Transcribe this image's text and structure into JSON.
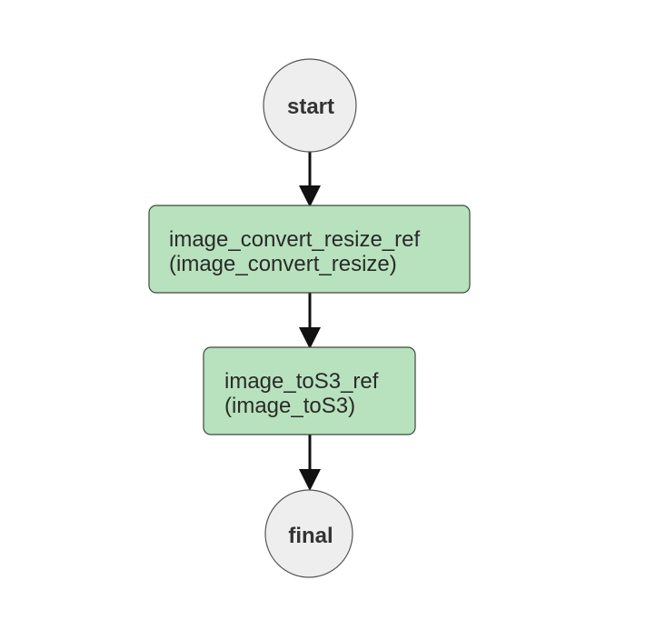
{
  "diagram": {
    "type": "workflow",
    "colors": {
      "terminal_fill": "#eeeeee",
      "task_fill": "#b8e2bd",
      "edge": "#111111"
    },
    "nodes": {
      "start": {
        "label": "start"
      },
      "convert": {
        "line1": "image_convert_resize_ref",
        "line2": "(image_convert_resize)"
      },
      "tos3": {
        "line1": "image_toS3_ref",
        "line2": "(image_toS3)"
      },
      "final": {
        "label": "final"
      }
    },
    "edges": [
      {
        "from": "start",
        "to": "convert"
      },
      {
        "from": "convert",
        "to": "tos3"
      },
      {
        "from": "tos3",
        "to": "final"
      }
    ]
  }
}
